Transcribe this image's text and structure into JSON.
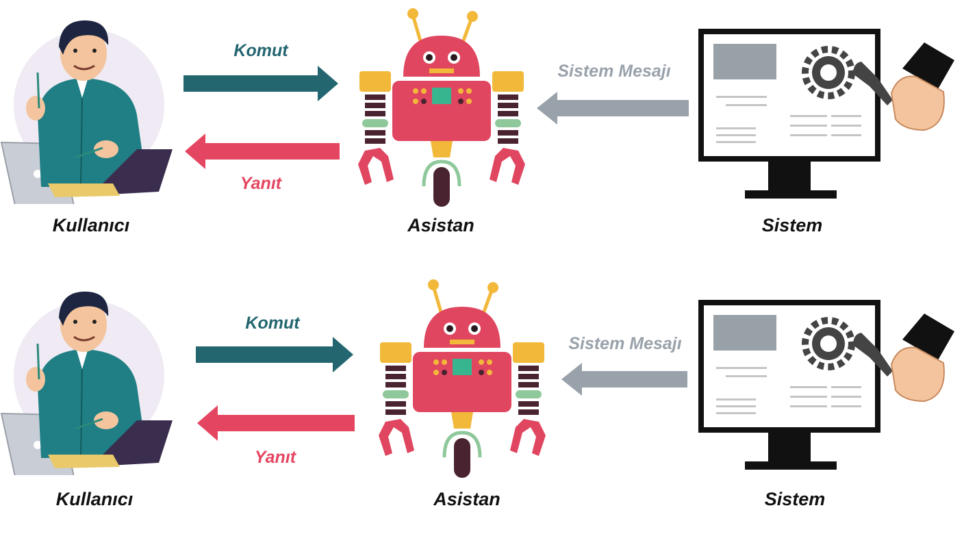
{
  "colors": {
    "command": "#236670",
    "response": "#e44661",
    "system_message": "#99a2ab",
    "robot_body": "#e0465f",
    "robot_accent": "#f2b83a",
    "robot_joint": "#8fc89b",
    "robot_dark": "#4a2330",
    "person_shirt": "#1f7f84",
    "person_skin": "#f3c49d",
    "monitor": "#111111",
    "gear": "#444444"
  },
  "panels": [
    {
      "user_label": "Kullanıcı",
      "assistant_label": "Asistan",
      "system_label": "Sistem",
      "command_label": "Komut",
      "response_label": "Yanıt",
      "system_message_label": "Sistem Mesajı",
      "icons": [
        "user-icon",
        "robot-icon",
        "monitor-icon",
        "gear-icon",
        "wrench-icon"
      ]
    },
    {
      "user_label": "Kullanıcı",
      "assistant_label": "Asistan",
      "system_label": "Sistem",
      "command_label": "Komut",
      "response_label": "Yanıt",
      "system_message_label": "Sistem Mesajı",
      "icons": [
        "user-icon",
        "robot-icon",
        "monitor-icon",
        "gear-icon",
        "wrench-icon"
      ]
    }
  ]
}
